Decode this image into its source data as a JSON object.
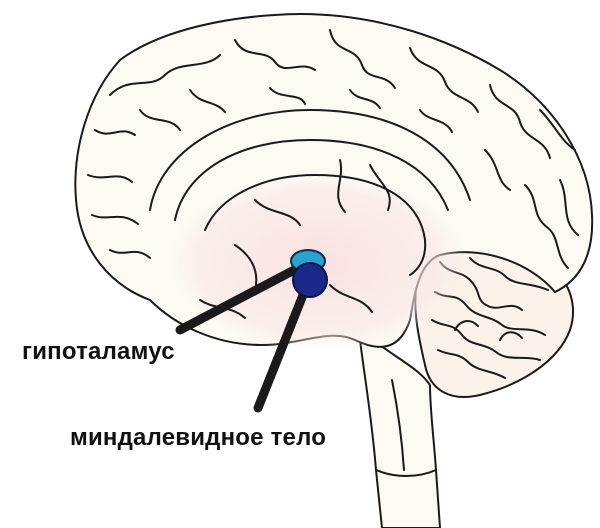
{
  "labels": {
    "hypothalamus": "гипоталамус",
    "amygdala": "миндалевидное тело"
  },
  "colors": {
    "background": "#ffffff",
    "brain_fill": "#fdfaf3",
    "highlight": "#f7e4e4",
    "cerebellum": "#fbeee0",
    "hypothalamus": "#27a3cf",
    "amygdala": "#1b2a8a",
    "pointer": "#1a1a1a"
  },
  "icons": [
    "brain-sagittal-section"
  ]
}
